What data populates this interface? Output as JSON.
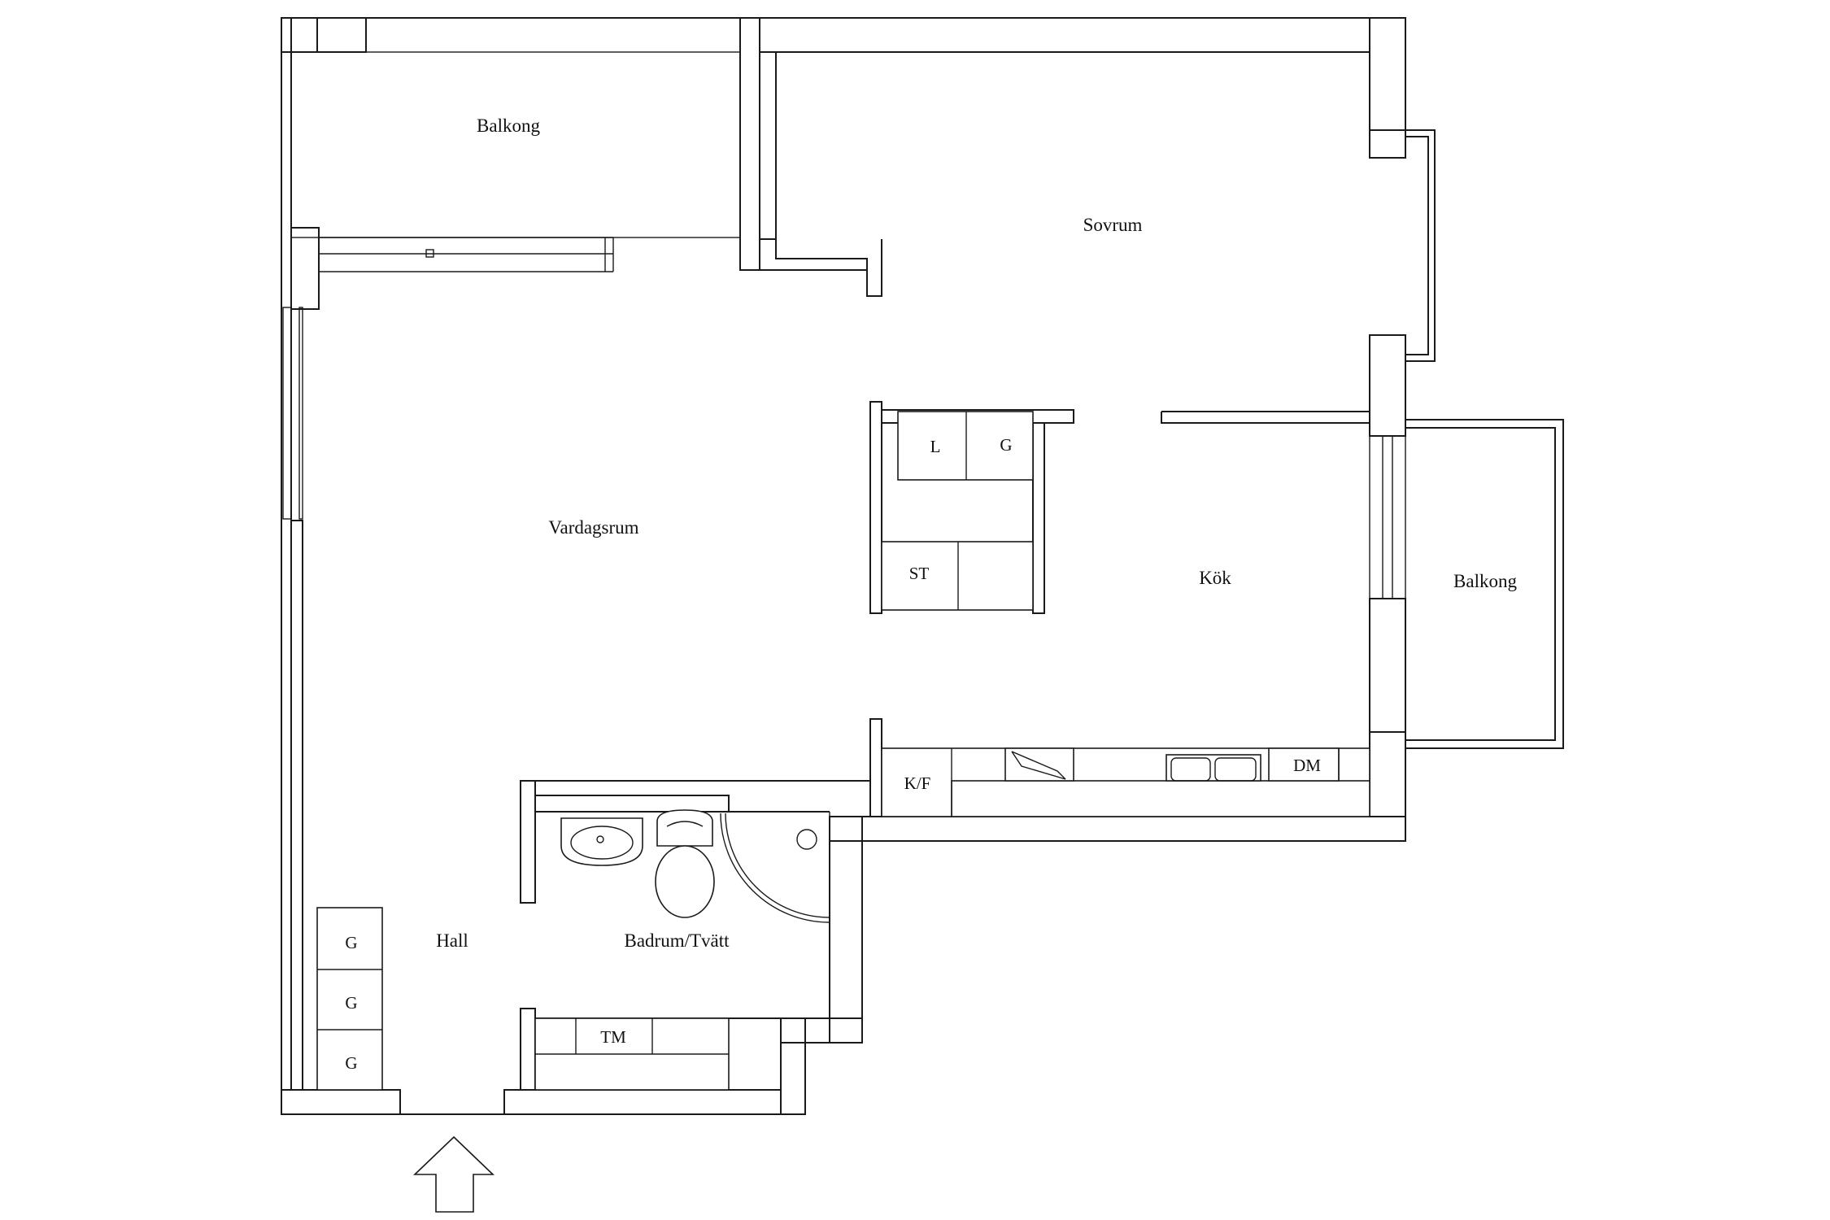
{
  "rooms": {
    "balkong_top": "Balkong",
    "sovrum": "Sovrum",
    "vardagsrum": "Vardagsrum",
    "kok": "Kök",
    "balkong_right": "Balkong",
    "hall": "Hall",
    "badrum": "Badrum/Tvätt"
  },
  "appliances": {
    "linen": "L",
    "wardrobe": "G",
    "storage": "ST",
    "fridge_freezer": "K/F",
    "dishwasher": "DM",
    "washing_machine": "TM",
    "hall_wardrobe_1": "G",
    "hall_wardrobe_2": "G",
    "hall_wardrobe_3": "G"
  },
  "entrance": "entrance-arrow-icon"
}
